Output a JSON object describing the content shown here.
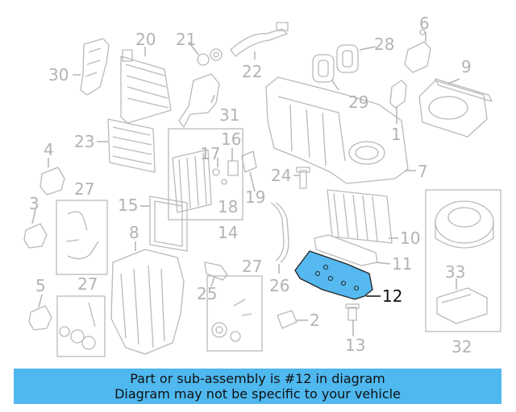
{
  "diagram": {
    "callouts": {
      "n1": "1",
      "n2": "2",
      "n3": "3",
      "n4": "4",
      "n5": "5",
      "n6": "6",
      "n7": "7",
      "n8": "8",
      "n9": "9",
      "n10": "10",
      "n11": "11",
      "n12": "12",
      "n13": "13",
      "n14": "14",
      "n15": "15",
      "n16": "16",
      "n17": "17",
      "n18": "18",
      "n19": "19",
      "n20": "20",
      "n21": "21",
      "n22": "22",
      "n23": "23",
      "n24": "24",
      "n25": "25",
      "n26": "26",
      "n27a": "27",
      "n27b": "27",
      "n27c": "27",
      "n28": "28",
      "n29": "29",
      "n30": "30",
      "n31": "31",
      "n32": "32",
      "n33": "33"
    },
    "highlight_part": "12",
    "highlight_color": "#55b8ef",
    "line_color": "#b3b3b3"
  },
  "banner": {
    "line1": "Part or sub-assembly is #12 in diagram",
    "line2": "Diagram may not be specific to your vehicle",
    "color": "#4fb8ef"
  }
}
